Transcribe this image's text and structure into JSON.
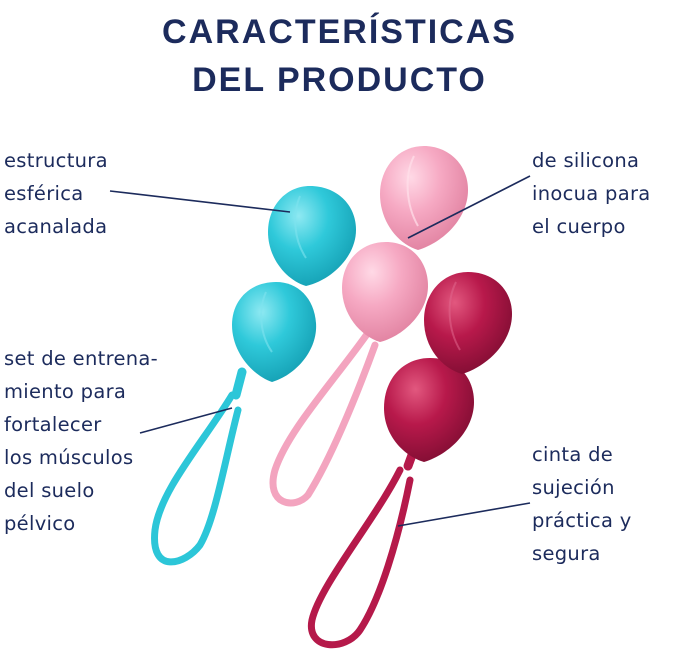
{
  "title": {
    "line1": "CARACTERÍSTICAS",
    "line2": "DEL PRODUCTO"
  },
  "labels": {
    "top_left": [
      "estructura",
      "esférica",
      "acanalada"
    ],
    "top_right": [
      "de silicona",
      "inocua para",
      "el cuerpo"
    ],
    "middle_left": [
      "set de entrena-",
      "miento para",
      "fortalecer",
      "los músculos",
      "del suelo",
      "pélvico"
    ],
    "bottom_right": [
      "cinta de",
      "sujeción",
      "práctica y",
      "segura"
    ]
  },
  "colors": {
    "text": "#1c2b5c",
    "turquoise": "#2cc6d8",
    "light_pink": "#f3a4bf",
    "magenta": "#b5194a"
  }
}
